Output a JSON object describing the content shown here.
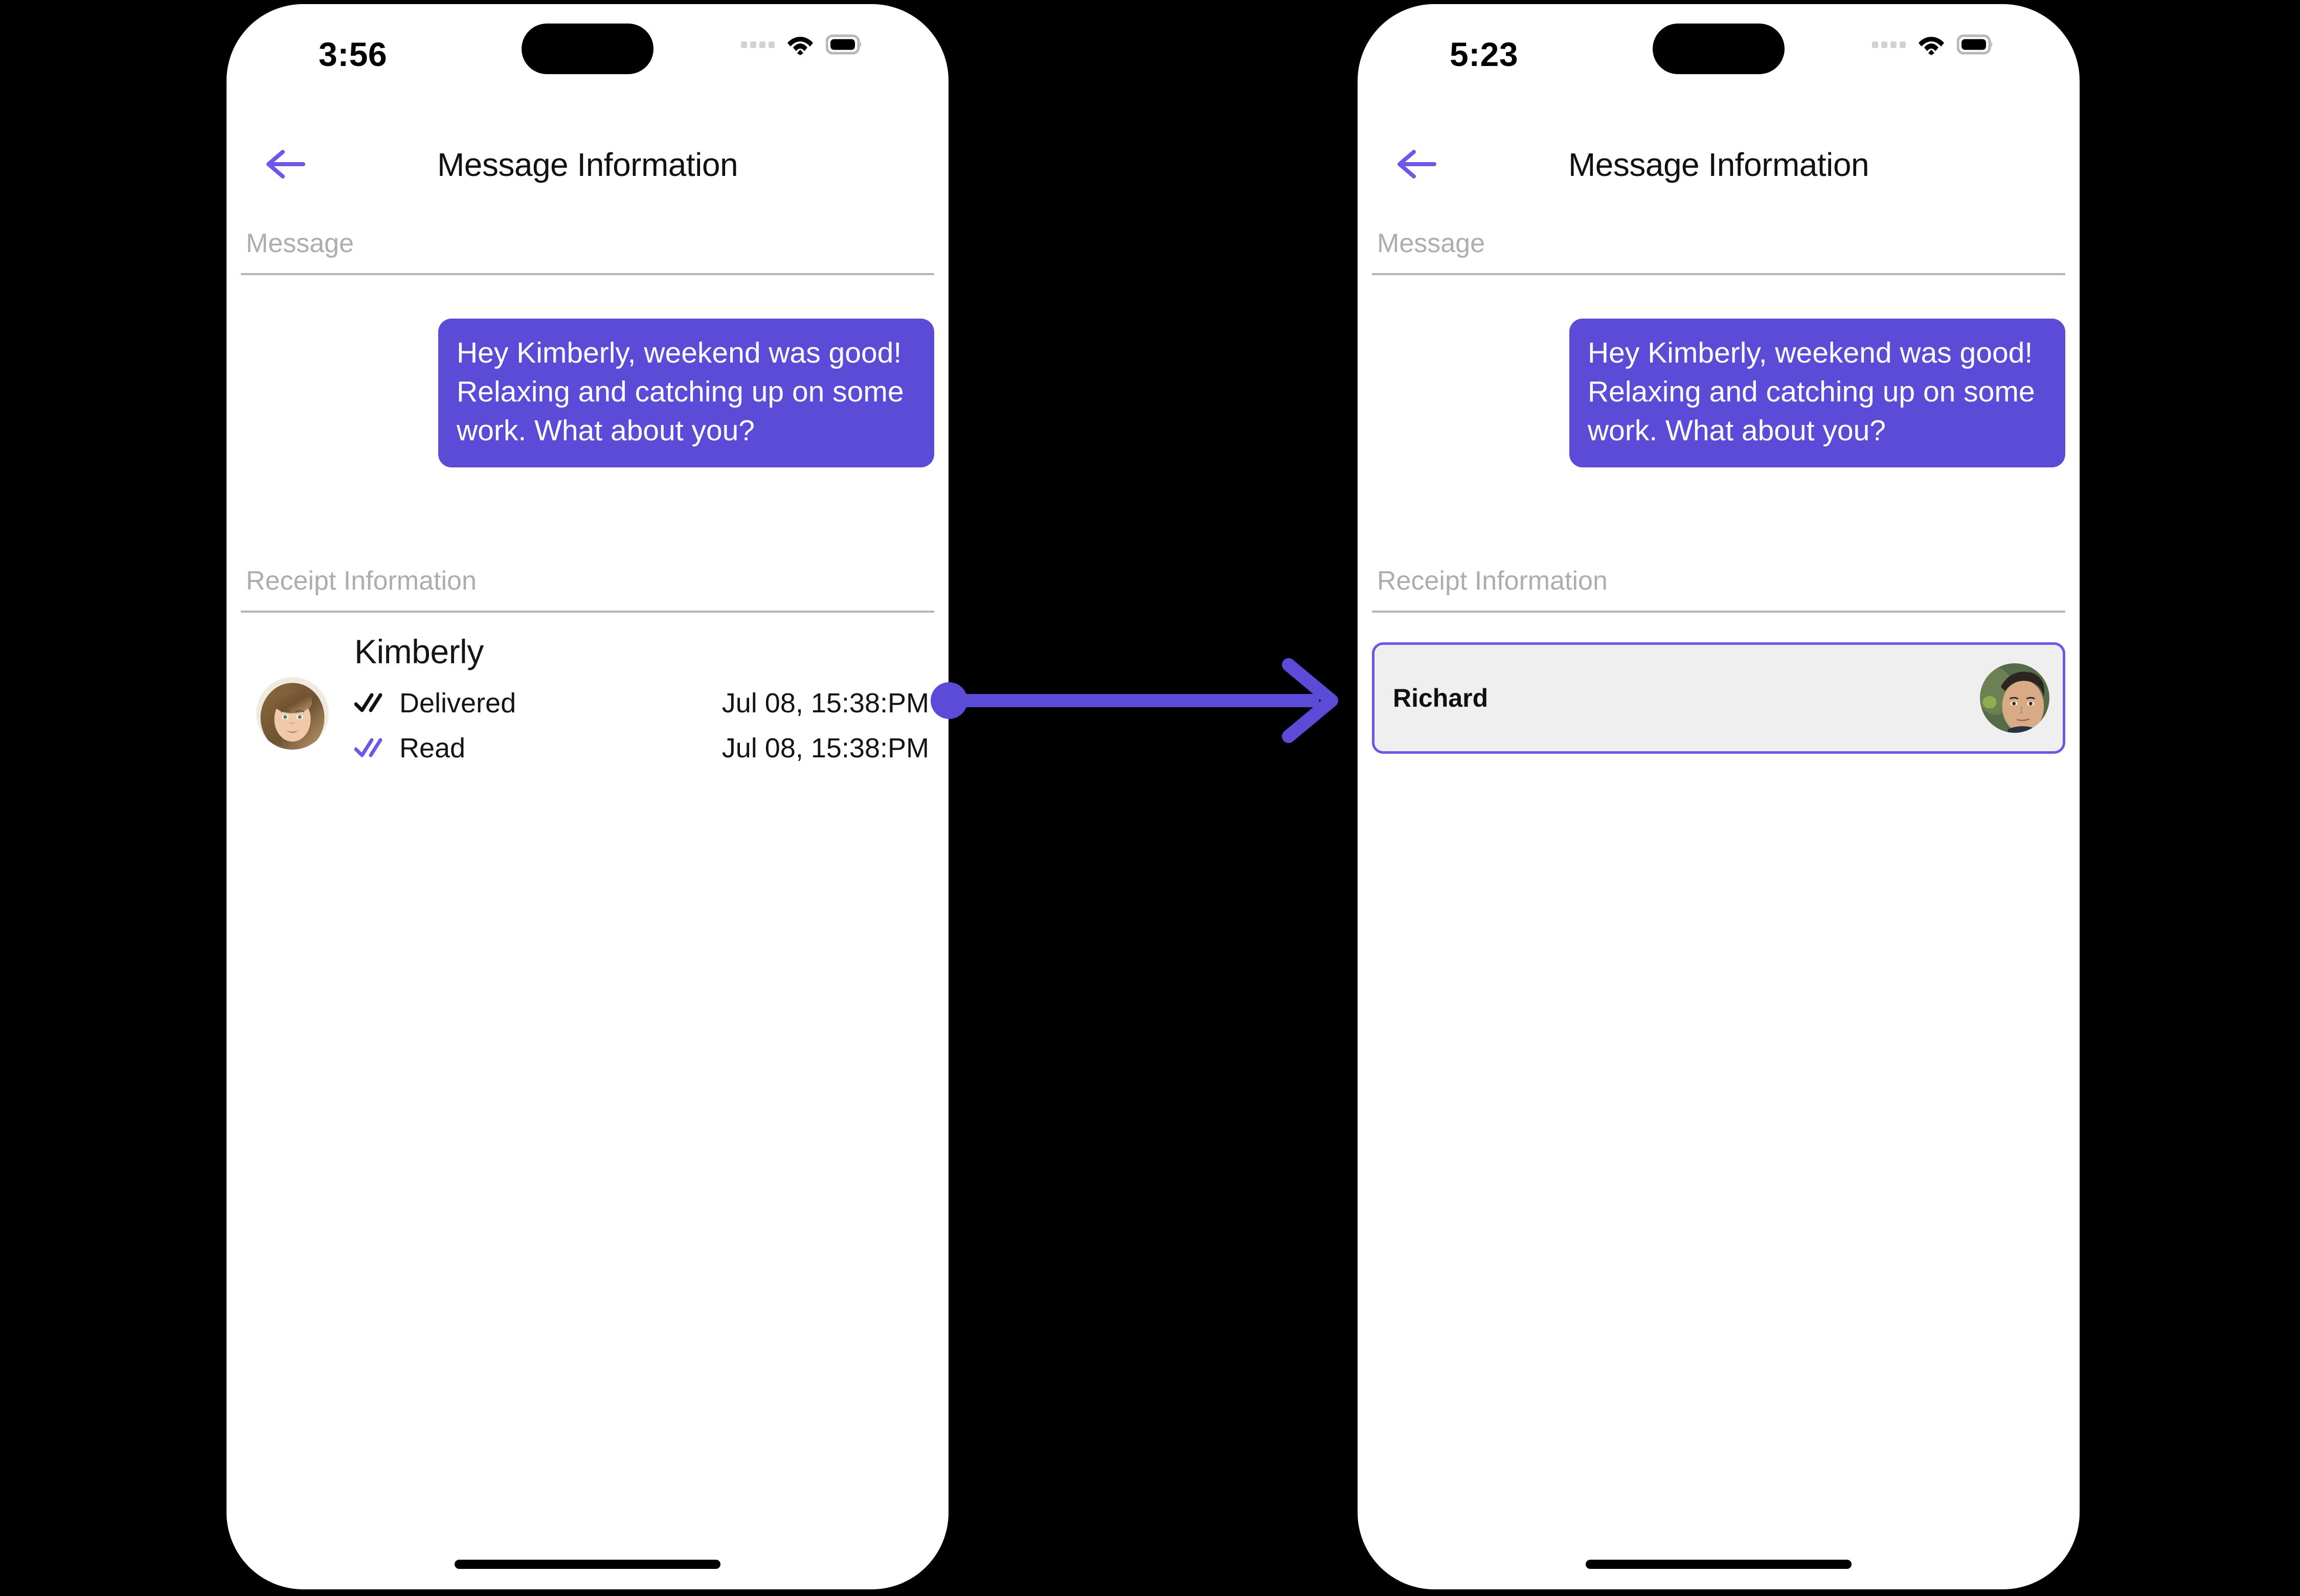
{
  "theme": {
    "accent_purple": "#5B4BD6",
    "bubble_purple": "#5B4BD6",
    "card_border_purple": "#6F55E8",
    "card_fill_gray": "#EFEFEF",
    "label_gray": "#ADADAD",
    "rule_gray": "#B5B5B5",
    "canvas_black": "#000000"
  },
  "screens": [
    {
      "id": "left",
      "status_bar": {
        "time": "3:56",
        "cellular_icon": "cellular-dots-icon",
        "wifi_icon": "wifi-icon",
        "battery_icon": "battery-full-icon"
      },
      "nav": {
        "back_icon": "back-arrow-icon",
        "title": "Message Information"
      },
      "message_section": {
        "label": "Message",
        "bubble_text": "Hey Kimberly, weekend was good!  Relaxing and catching up on some work. What about you?"
      },
      "receipt_section": {
        "label": "Receipt Information",
        "contact_name": "Kimberly",
        "avatar_icon": "avatar-kimberly",
        "rows": [
          {
            "status": "Delivered",
            "timestamp": "Jul 08, 15:38:PM",
            "tick_icon": "double-check-icon",
            "tick_color": "#111111"
          },
          {
            "status": "Read",
            "timestamp": "Jul 08, 15:38:PM",
            "tick_icon": "double-check-icon",
            "tick_color": "#6F55E8"
          }
        ]
      },
      "home_indicator": "home-indicator"
    },
    {
      "id": "right",
      "status_bar": {
        "time": "5:23",
        "cellular_icon": "cellular-dots-icon",
        "wifi_icon": "wifi-icon",
        "battery_icon": "battery-full-icon"
      },
      "nav": {
        "back_icon": "back-arrow-icon",
        "title": "Message Information"
      },
      "message_section": {
        "label": "Message",
        "bubble_text": "Hey Kimberly, weekend was good!  Relaxing and catching up on some work. What about you?"
      },
      "receipt_section": {
        "label": "Receipt Information",
        "card": {
          "contact_name": "Richard",
          "avatar_icon": "avatar-richard",
          "selected": true
        }
      },
      "home_indicator": "home-indicator"
    }
  ],
  "connector": {
    "icon": "arrow-right-icon",
    "color": "#5B4BD6",
    "from": "left-screen-receipt-row",
    "to": "right-screen-receipt-card"
  }
}
